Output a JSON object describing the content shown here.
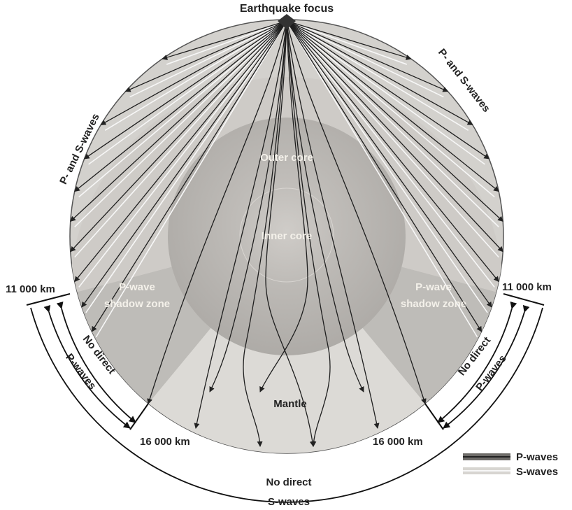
{
  "title": "Earthquake focus",
  "layers": {
    "outer_core": "Outer core",
    "inner_core": "Inner core",
    "mantle": "Mantle"
  },
  "shadow_zone": {
    "left_line1": "P-wave",
    "left_line2": "shadow zone",
    "right_line1": "P-wave",
    "right_line2": "shadow zone"
  },
  "side_labels": {
    "left_arc": "P- and S-waves",
    "right_arc": "P- and S-waves"
  },
  "distances": {
    "left_upper": "11 000 km",
    "right_upper": "11 000 km",
    "left_lower": "16 000 km",
    "right_lower": "16 000 km"
  },
  "no_direct": {
    "left_line1": "No direct",
    "left_line2": "P-waves",
    "right_line1": "No direct",
    "right_line2": "P-waves",
    "bottom_line1": "No direct",
    "bottom_line2": "S-waves"
  },
  "legend": {
    "p_waves": "P-waves",
    "s_waves": "S-waves"
  },
  "colors": {
    "mantle_upper": "#c9c7c3",
    "mantle_lower": "#d8d6d2",
    "outer_core": "#b8b5b1",
    "inner_core": "#c3c0bc",
    "shadow_zone": "#bcbab6",
    "p_wave": "#222222",
    "s_wave": "#f2f2f2"
  }
}
